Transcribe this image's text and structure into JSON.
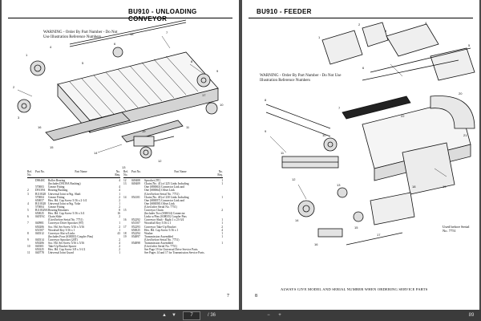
{
  "left_page": {
    "title": "BU910 - UNLOADING CONVEYOR",
    "warning": "WARNING - Order By Part Number - Do Not Use Illustration Reference Numbers",
    "page_number": "7",
    "table_headers": {
      "ref": "Ref. No.",
      "part_no": "Part No.",
      "name": "Part Name",
      "req": "No. Req."
    },
    "parts_left": [
      {
        "ref": "",
        "no": "D9040C",
        "name": "Roller Bearing",
        "req": "4"
      },
      {
        "ref": "",
        "no": "",
        "name": "(Includes D9139A Bushing)",
        "req": ""
      },
      {
        "ref": "",
        "no": "570003",
        "name": "Grease Fitting",
        "req": "4"
      },
      {
        "ref": "2",
        "no": "D9139A",
        "name": "Bearing Bushing",
        "req": "4"
      },
      {
        "ref": "3",
        "no": "B110328",
        "name": "Universal Joint w/Sig. Shaft",
        "req": "1"
      },
      {
        "ref": "",
        "no": "570004",
        "name": "Grease Fitting",
        "req": "2"
      },
      {
        "ref": "",
        "no": "650057",
        "name": "Hex. Hd. Cap Screw 5/16 x 2-1/4",
        "req": "2"
      },
      {
        "ref": "4",
        "no": "B110328",
        "name": "Universal Joint w/Sig. Yoke",
        "req": "1"
      },
      {
        "ref": "",
        "no": "570004",
        "name": "Grease Fitting",
        "req": "2"
      },
      {
        "ref": "5",
        "no": "B110329A",
        "name": "Bearing Retainers",
        "req": "8"
      },
      {
        "ref": "",
        "no": "650025",
        "name": "Hex. Hd. Cap Screw 5/16 x 3/4",
        "req": "16"
      },
      {
        "ref": "6",
        "no": "040TAC",
        "name": "Chain Slide",
        "req": "2"
      },
      {
        "ref": "",
        "no": "",
        "name": "(Used before Serial No. 7751)",
        "req": ""
      },
      {
        "ref": "7",
        "no": "040981",
        "name": "Conveyor Drive Sprocket (9T)",
        "req": "1"
      },
      {
        "ref": "",
        "no": "650206",
        "name": "Soc. Hd. Set Screw 5/16 x 5/16",
        "req": "2"
      },
      {
        "ref": "",
        "no": "651507",
        "name": "Woodruff Key 5/16 x 1",
        "req": "1"
      },
      {
        "ref": "8",
        "no": "040312",
        "name": "Conveyor Slat w/Links",
        "req": "43"
      },
      {
        "ref": "",
        "no": "",
        "name": "(Includes Four (S38035) Coupler Pins)",
        "req": ""
      },
      {
        "ref": "9",
        "no": "040314",
        "name": "Conveyor Sprocket (20T)",
        "req": "2"
      },
      {
        "ref": "",
        "no": "650206",
        "name": "Soc. Hd. Set Screw 5/16 x 5/16",
        "req": "4"
      },
      {
        "ref": "10",
        "no": "040301",
        "name": "Take-Up Bracket Spacer",
        "req": "2"
      },
      {
        "ref": "",
        "no": "650225",
        "name": "Hex. Hd. Cap Screw 3/8 x 3-1/2",
        "req": "2"
      },
      {
        "ref": "11",
        "no": "040778",
        "name": "Universal Joint Guard",
        "req": "1"
      }
    ],
    "parts_right": [
      {
        "ref": "12",
        "no": "049408",
        "name": "Sprocket (9T)",
        "req": "1"
      },
      {
        "ref": "13",
        "no": "049409",
        "name": "Chain (No. 41) of 225 Links Including",
        "req": "1"
      },
      {
        "ref": "",
        "no": "",
        "name": "One (S80063) Connector Link and",
        "req": ""
      },
      {
        "ref": "",
        "no": "",
        "name": "One (S80064) Offset Link",
        "req": ""
      },
      {
        "ref": "",
        "no": "",
        "name": "(Used before Serial No. 7751)",
        "req": ""
      },
      {
        "ref": "14",
        "no": "054101",
        "name": "Chain (No. 40) of 230 Links Including",
        "req": "1"
      },
      {
        "ref": "",
        "no": "",
        "name": "One (S80057) Connector Link and",
        "req": ""
      },
      {
        "ref": "",
        "no": "",
        "name": "One (S80058) Offset Link",
        "req": ""
      },
      {
        "ref": "",
        "no": "",
        "name": "(Used after Serial No. 7751)",
        "req": ""
      },
      {
        "ref": "15",
        "no": "",
        "name": "Conveyor Chain",
        "req": "2"
      },
      {
        "ref": "",
        "no": "",
        "name": "(Includes Two (S38034) Connector",
        "req": ""
      },
      {
        "ref": "",
        "no": "",
        "name": "Links w/Pins (S38035) Coupler Pins",
        "req": ""
      },
      {
        "ref": "16",
        "no": "052292",
        "name": "Conveyor Shaft - Right 1 x 23-3/4",
        "req": "1"
      },
      {
        "ref": "",
        "no": "651507",
        "name": "Woodruff Key 5/16 x 1",
        "req": "1"
      },
      {
        "ref": "17",
        "no": "052293",
        "name": "Conveyor Take-Up Bracket",
        "req": "2"
      },
      {
        "ref": "",
        "no": "650025",
        "name": "Hex. Hd. Cap Screw 5/16 x 1",
        "req": "4"
      },
      {
        "ref": "18",
        "no": "052294",
        "name": "Washer",
        "req": "1"
      },
      {
        "ref": "19",
        "no": "054897",
        "name": "Transmission Assembled",
        "req": "1"
      },
      {
        "ref": "",
        "no": "",
        "name": "(Used before Serial No. 7751)",
        "req": ""
      },
      {
        "ref": "",
        "no": "054898",
        "name": "Transmission Assembled",
        "req": "1"
      },
      {
        "ref": "",
        "no": "",
        "name": "(Used after Serial No. 7751)",
        "req": ""
      },
      {
        "ref": "",
        "no": "",
        "name": "See Page 19 for Universal Drive Service Parts.",
        "req": ""
      },
      {
        "ref": "",
        "no": "",
        "name": "See Pages 14 and 17 for Transmission Service Parts.",
        "req": ""
      }
    ]
  },
  "right_page": {
    "title": "BU910 - FEEDER",
    "warning": "WARNING - Order By Part Number - Do Not Use Illustration Reference Numbers",
    "used_before_note": "Used before Serial No. 7751",
    "footer_note": "ALWAYS GIVE MODEL AND SERIAL NUMBER WHEN ORDERING SERVICE PARTS",
    "page_number": "8"
  },
  "toolbar": {
    "current_page": "7",
    "page_separator": "/ 36",
    "prev_icon": "▲",
    "next_icon": "▼",
    "zoom_out_icon": "−",
    "zoom_in_icon": "+",
    "zoom_level": "89"
  },
  "colors": {
    "background": "#4a4a4a",
    "page": "#ffffff",
    "ink": "#111111",
    "toolbar": "#3b3b3b"
  }
}
